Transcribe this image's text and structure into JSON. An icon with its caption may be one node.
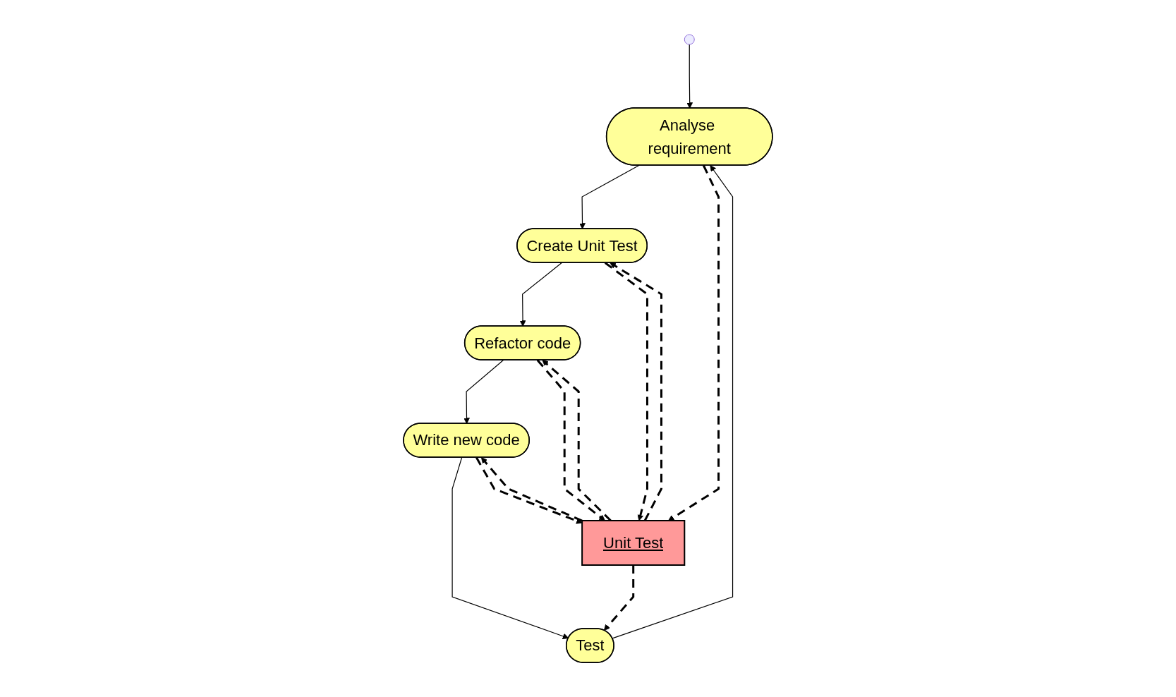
{
  "diagram": {
    "nodes": [
      {
        "text": [],
        "shape": "circle"
      },
      {
        "text": [
          "Analyse requirement"
        ]
      },
      {
        "text": [
          "Create Unit Test"
        ]
      },
      {
        "text": [
          "Unit Test"
        ]
      },
      {
        "text": [
          "Refactor code"
        ]
      },
      {
        "text": [
          "Test"
        ]
      },
      {
        "text": [
          "Write new code"
        ]
      }
    ],
    "edges": [
      {
        "from": 0,
        "to": 1,
        "arrow": "to"
      },
      {
        "from": 1,
        "to": 2,
        "arrow": "to"
      },
      {
        "from": 2,
        "to": 4,
        "arrow": "to"
      },
      {
        "from": 4,
        "to": 6,
        "arrow": "to"
      },
      {
        "from": 6,
        "to": 5,
        "arrow": "to"
      },
      {
        "from": 5,
        "to": 1,
        "arrow": "to"
      },
      {
        "from": 1,
        "to": 3,
        "arrow": "to",
        "style": "dashed"
      },
      {
        "from": 3,
        "to": 2,
        "arrow": "to",
        "style": "dashed"
      },
      {
        "from": 2,
        "to": 3,
        "arrow": "to",
        "style": "dashed"
      },
      {
        "from": 3,
        "to": 4,
        "arrow": "to",
        "style": "dashed"
      },
      {
        "from": 4,
        "to": 3,
        "arrow": "to",
        "style": "dashed"
      },
      {
        "from": 3,
        "to": 6,
        "arrow": "to",
        "style": "dashed"
      },
      {
        "from": 6,
        "to": 3,
        "arrow": "to",
        "style": "dashed"
      },
      {
        "from": 3,
        "to": 5,
        "arrow": "to",
        "style": "dashed"
      }
    ]
  }
}
